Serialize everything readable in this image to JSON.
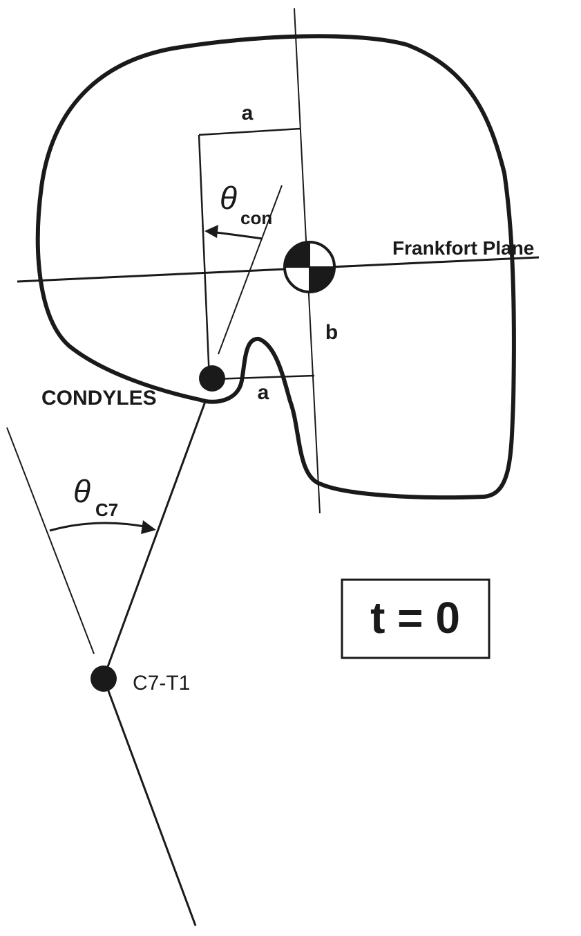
{
  "labels": {
    "a_top": "a",
    "a_bottom": "a",
    "b": "b",
    "frankfort_plane": "Frankfort Plane",
    "condyles": "CONDYLES",
    "c7_t1": "C7-T1",
    "theta_con_symbol": "θ",
    "theta_con_sub": "con",
    "theta_c7_symbol": "θ",
    "theta_c7_sub": "C7",
    "time": "t = 0"
  },
  "colors": {
    "ink": "#1a1a1a",
    "background": "#ffffff"
  }
}
